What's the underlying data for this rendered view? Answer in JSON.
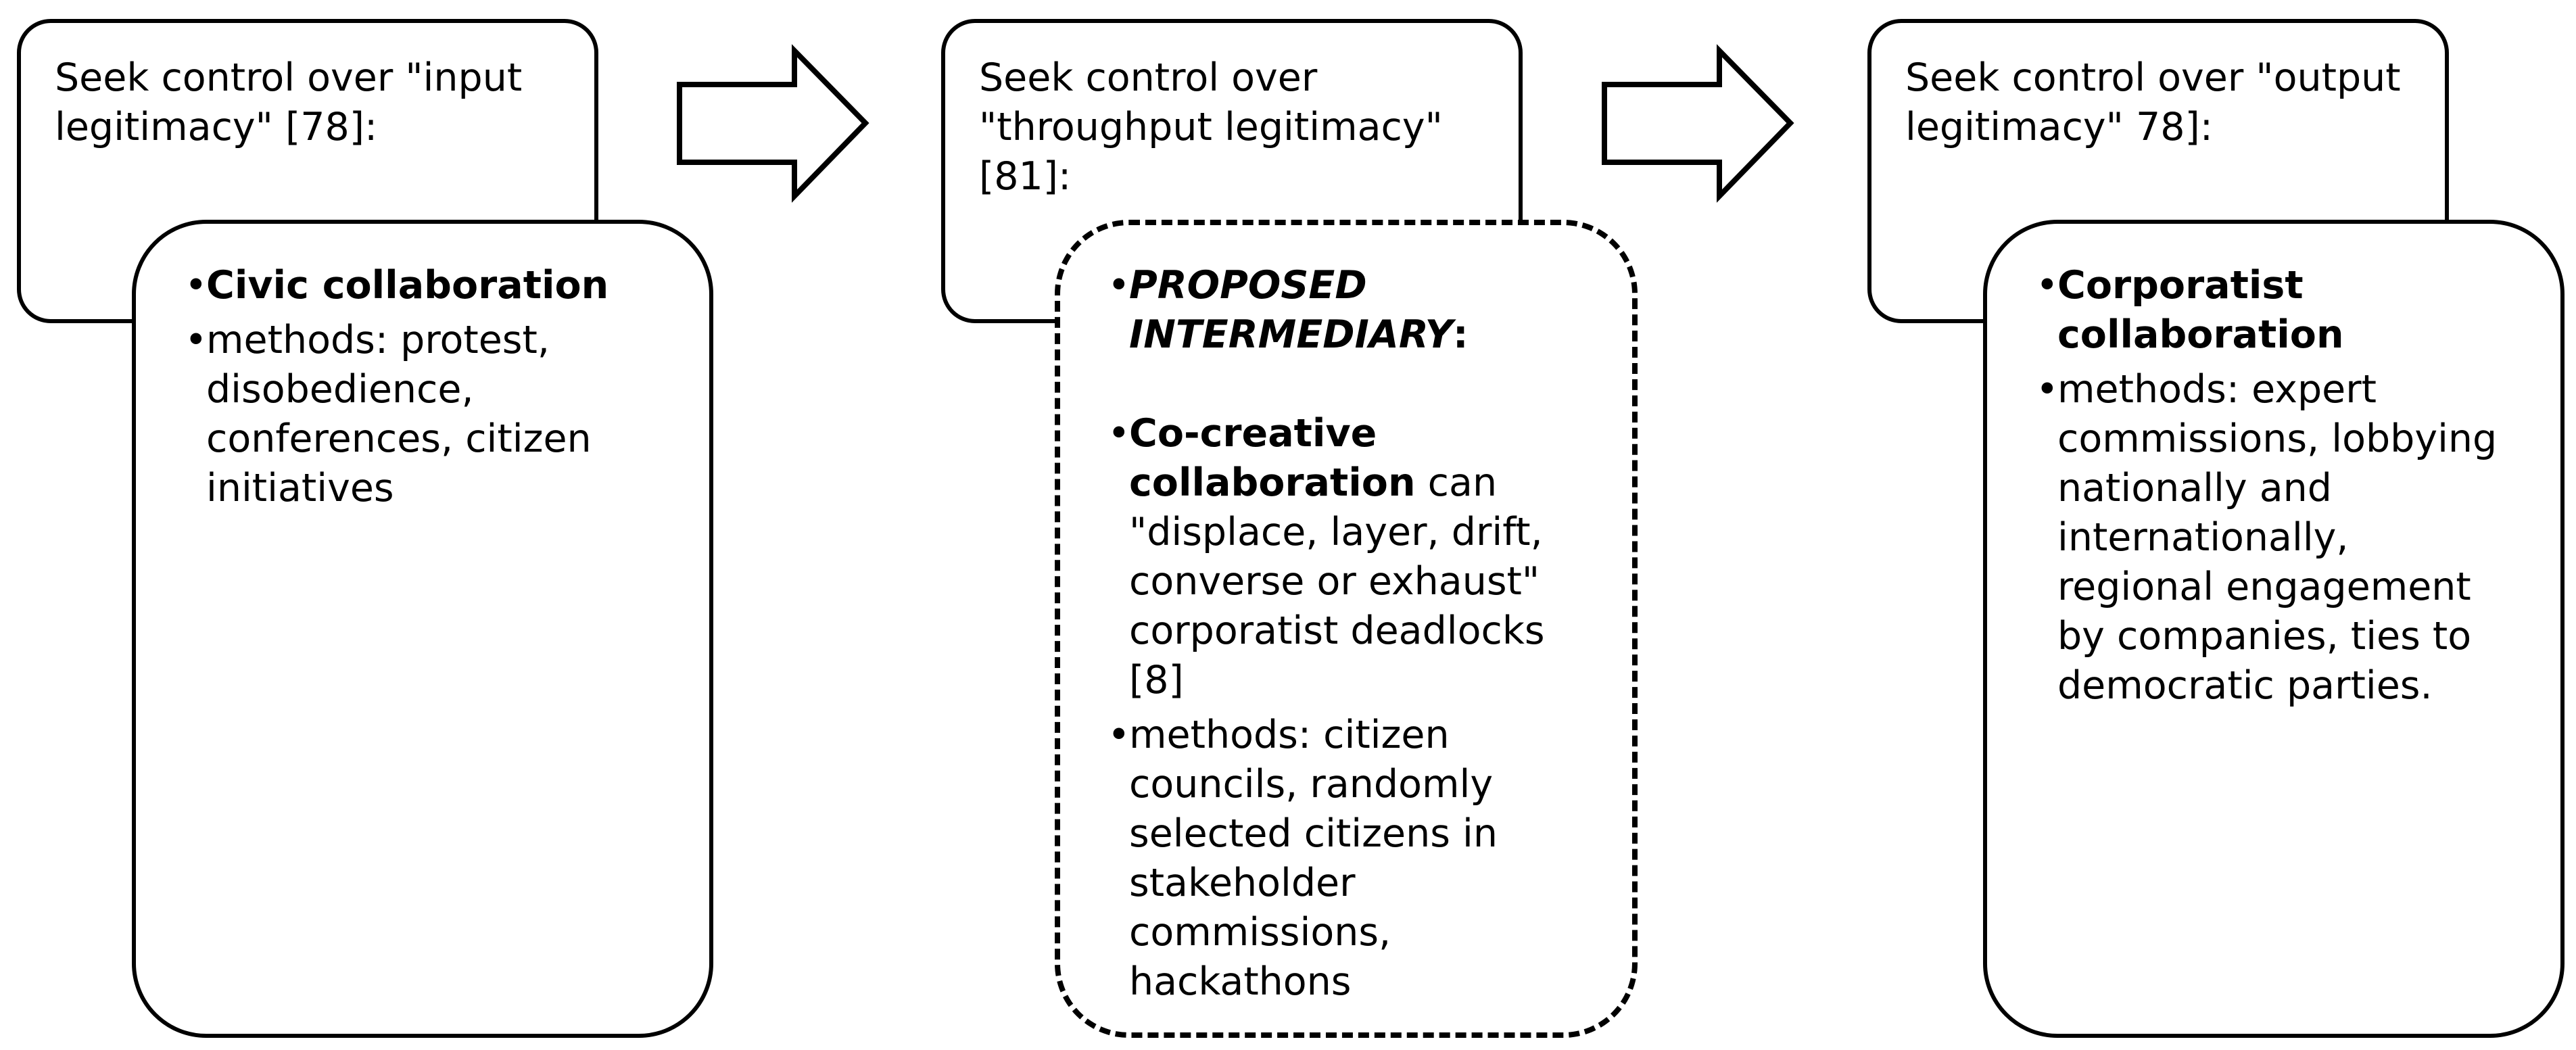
{
  "left": {
    "header": "Seek control over \"input legitimacy\" [78]:",
    "bullet1": "Civic collaboration",
    "bullet2": "methods: protest, disobedience, conferences, citizen initiatives"
  },
  "middle": {
    "header": "Seek control over \"throughput legitimacy\" [81]:",
    "bullet1": "PROPOSED INTERMEDIARY",
    "bullet1_suffix": ":",
    "bullet2_bold": "Co-creative collaboration",
    "bullet2_rest": " can \"displace, layer, drift, converse or exhaust\" corporatist deadlocks [8]",
    "bullet3": "methods: citizen councils, randomly selected citizens in stakeholder commissions, hackathons"
  },
  "right": {
    "header": "Seek control over \"output legitimacy\" 78]:",
    "bullet1": "Corporatist collaboration",
    "bullet2": "methods: expert commissions, lobbying nationally and internationally, regional engagement by companies, ties to democratic parties."
  },
  "bullet_char": "•"
}
